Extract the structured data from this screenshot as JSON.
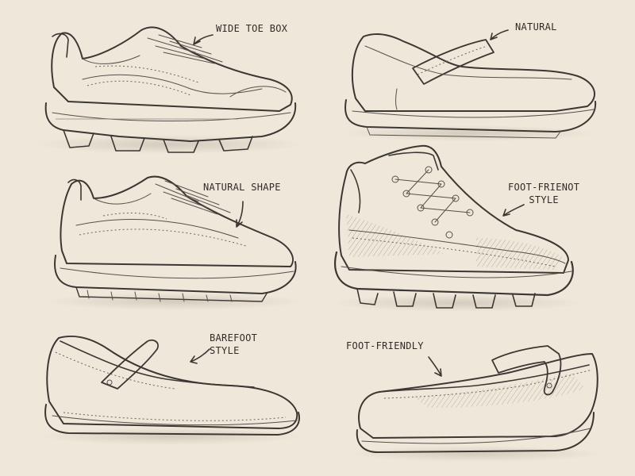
{
  "annotations": {
    "wide_toe_box": "WIDE TOE BOX",
    "natural": "NATURAL",
    "natural_shape": "NATURAL SHAPE",
    "foot_frienot_style": "FOOT-FRIENOT\nSTYLE",
    "barefoot_style": "BAREFOOT\nSTYLE",
    "foot_friendly": "FOOT-FRIENDLY"
  },
  "colors": {
    "paper": "#efe8da",
    "pencil": "#3b3733"
  }
}
